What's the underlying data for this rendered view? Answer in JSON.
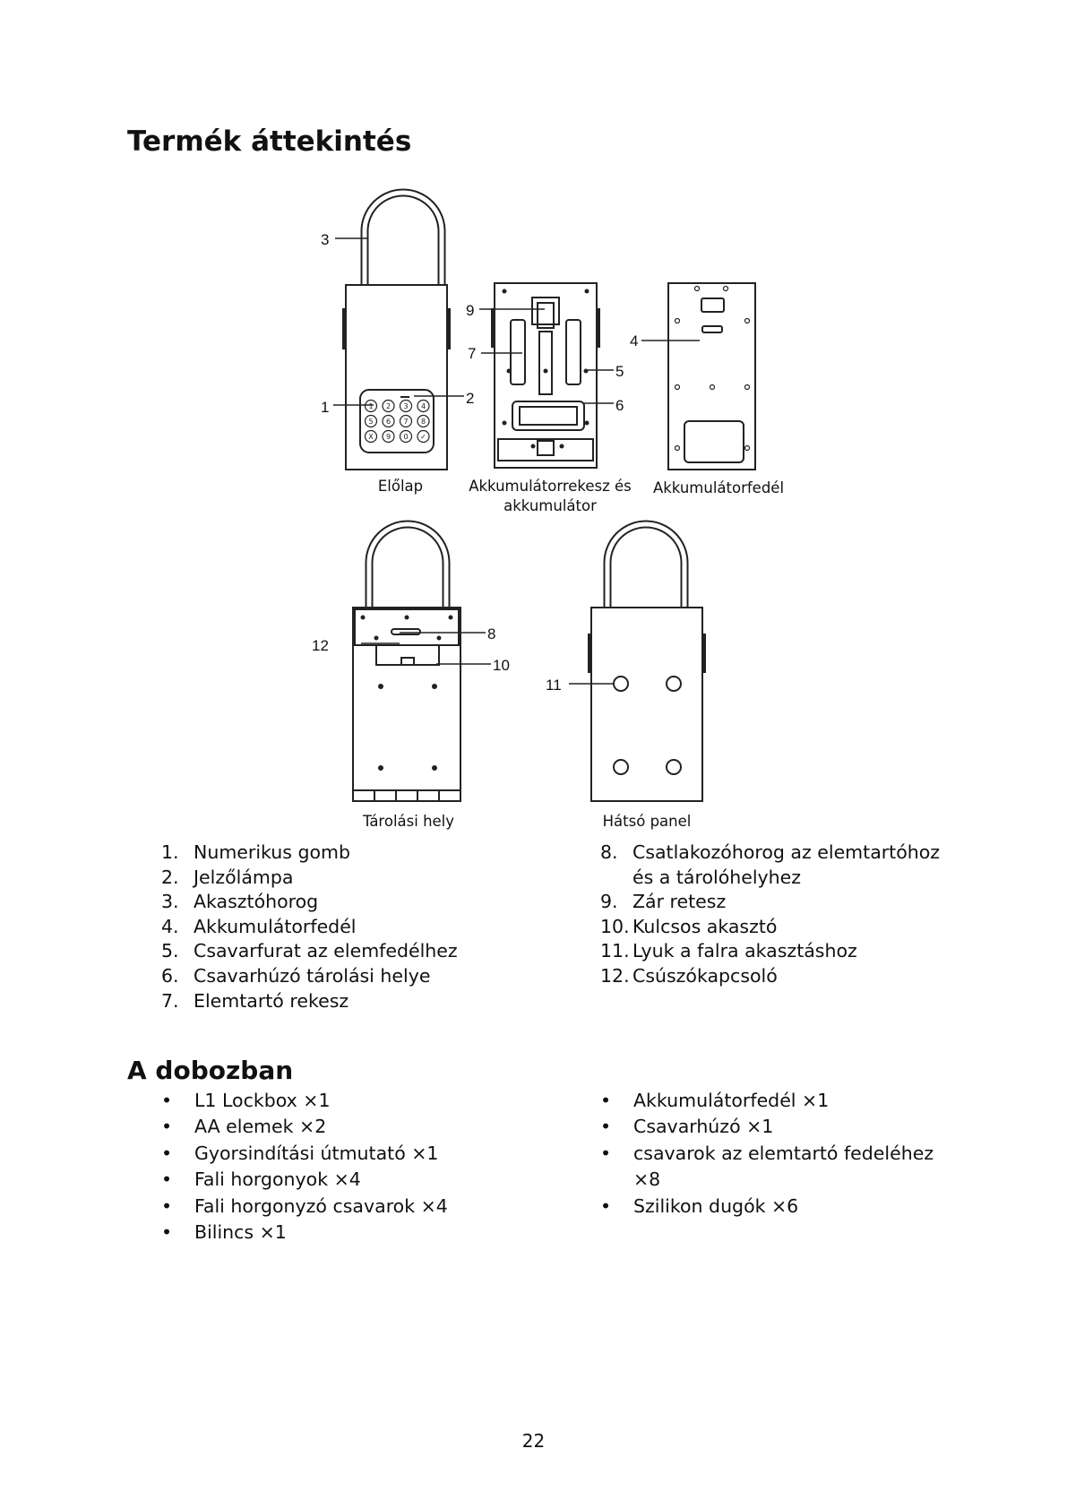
{
  "heading_overview": "Termék áttekintés",
  "heading_box": "A dobozban",
  "callouts": [
    "1",
    "2",
    "3",
    "4",
    "5",
    "6",
    "7",
    "8",
    "9",
    "10",
    "11",
    "12"
  ],
  "captions": {
    "front": "Előlap",
    "battery_compartment_line1": "Akkumulátorrekesz és",
    "battery_compartment_line2": "akkumulátor",
    "battery_cover": "Akkumulátorfedél",
    "storage": "Tárolási hely",
    "back": "Hátsó panel"
  },
  "keypad_keys": [
    "1",
    "2",
    "3",
    "4",
    "5",
    "6",
    "7",
    "8",
    "X",
    "9",
    "0",
    "✓"
  ],
  "parts_left": [
    {
      "num": "1.",
      "text": "Numerikus gomb"
    },
    {
      "num": "2.",
      "text": "Jelzőlámpa"
    },
    {
      "num": "3.",
      "text": "Akasztóhorog"
    },
    {
      "num": "4.",
      "text": "Akkumulátorfedél"
    },
    {
      "num": "5.",
      "text": "Csavarfurat az elemfedélhez"
    },
    {
      "num": "6.",
      "text": "Csavarhúzó tárolási helye"
    },
    {
      "num": "7.",
      "text": "Elemtartó rekesz"
    }
  ],
  "parts_right": [
    {
      "num": "8.",
      "text": "Csatlakozóhorog az elemtartóhoz",
      "text2": "és a tárolóhelyhez"
    },
    {
      "num": "9.",
      "text": "Zár retesz"
    },
    {
      "num": "10.",
      "text": "Kulcsos akasztó"
    },
    {
      "num": "11.",
      "text": "Lyuk a falra akasztáshoz"
    },
    {
      "num": "12.",
      "text": "Csúszókapcsoló"
    }
  ],
  "box_left": [
    "L1 Lockbox ×1",
    "AA elemek ×2",
    "Gyorsindítási útmutató ×1",
    "Fali horgonyok ×4",
    "Fali horgonyzó csavarok ×4",
    "Bilincs ×1"
  ],
  "box_right": [
    {
      "text": "Akkumulátorfedél ×1"
    },
    {
      "text": "Csavarhúzó ×1"
    },
    {
      "text": "csavarok az elemtartó fedeléhez",
      "text2": "×8"
    },
    {
      "text": "Szilikon dugók ×6"
    }
  ],
  "page_number": "22"
}
